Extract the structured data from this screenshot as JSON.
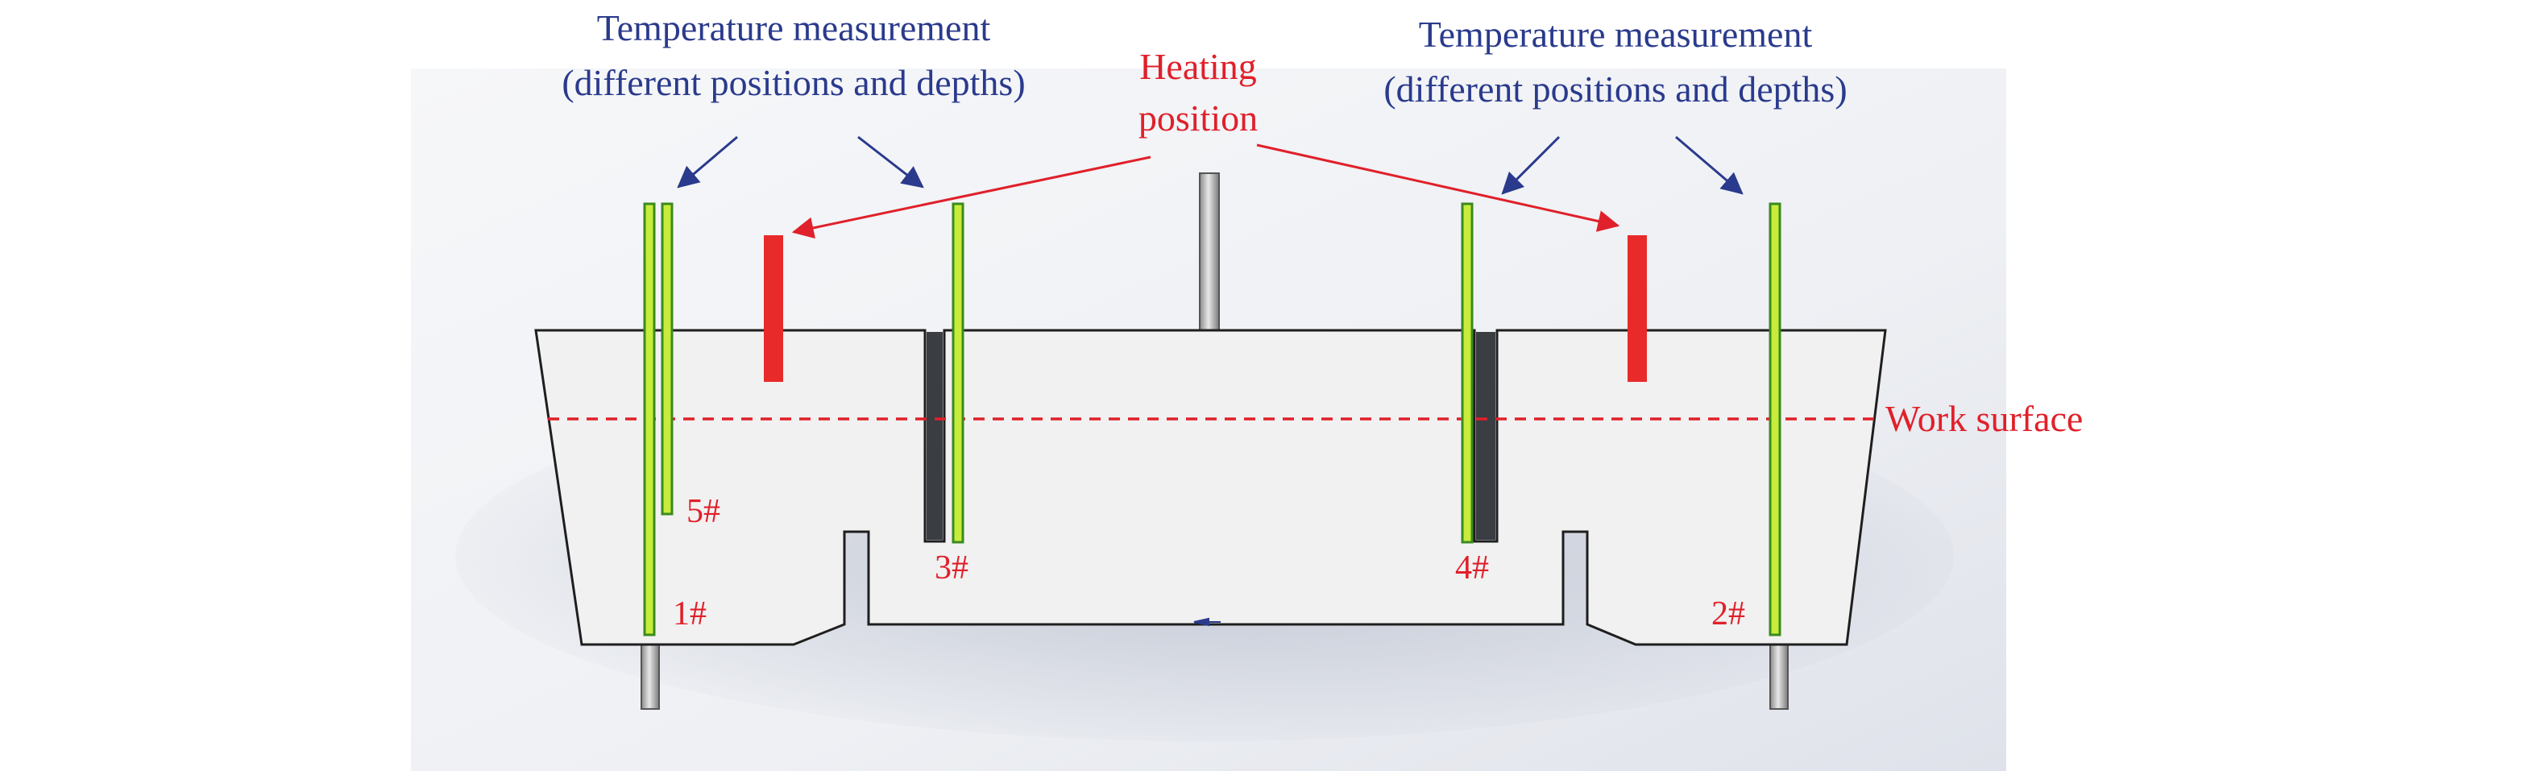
{
  "labels": {
    "temp_left_line1": "Temperature measurement",
    "temp_left_line2": "(different positions and depths)",
    "temp_right_line1": "Temperature measurement",
    "temp_right_line2": "(different positions and depths)",
    "heating_line1": "Heating",
    "heating_line2": "position",
    "work_surface": "Work surface"
  },
  "probes": {
    "p1": "1#",
    "p2": "2#",
    "p3": "3#",
    "p4": "4#",
    "p5": "5#"
  },
  "colors": {
    "annotation_blue": "#2a3a8c",
    "annotation_red": "#e0202a",
    "heater_red": "#e82a2a",
    "probe_green": "#c8ec3c",
    "probe_outline": "#3a8a1e",
    "body_fill": "#f1f1f1",
    "body_outline": "#1e1e1e",
    "backdrop": "#e9ebf0"
  }
}
